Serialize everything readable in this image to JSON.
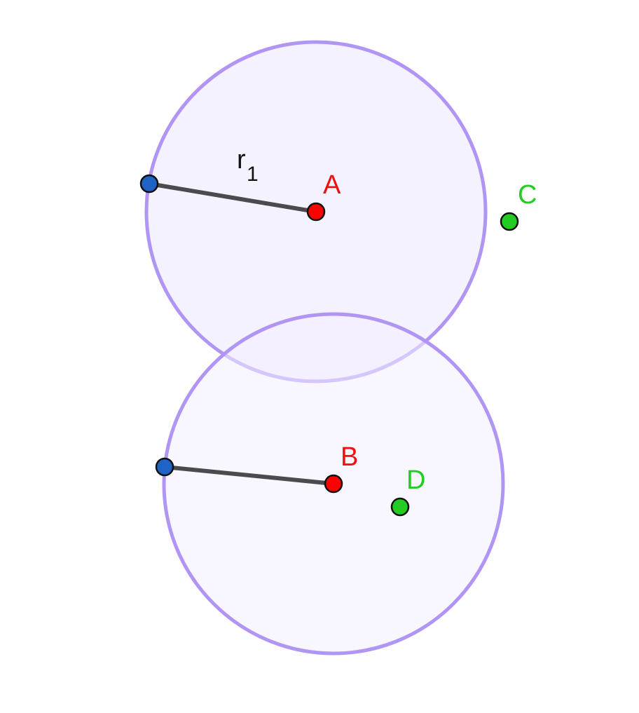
{
  "colors": {
    "circle_stroke": "#b195f5",
    "circle_fill": "#f3efff",
    "segment": "#4a4a4f",
    "handle_point": "#1f63c4",
    "center_point": "#ff0000",
    "free_point": "#22cc22",
    "center_label": "#ee1111",
    "free_label": "#22cc22",
    "radius_label": "#111111"
  },
  "points": {
    "A": {
      "label": "A"
    },
    "B": {
      "label": "B"
    },
    "C": {
      "label": "C"
    },
    "D": {
      "label": "D"
    }
  },
  "radius_label": {
    "main": "r",
    "sub": "1"
  }
}
